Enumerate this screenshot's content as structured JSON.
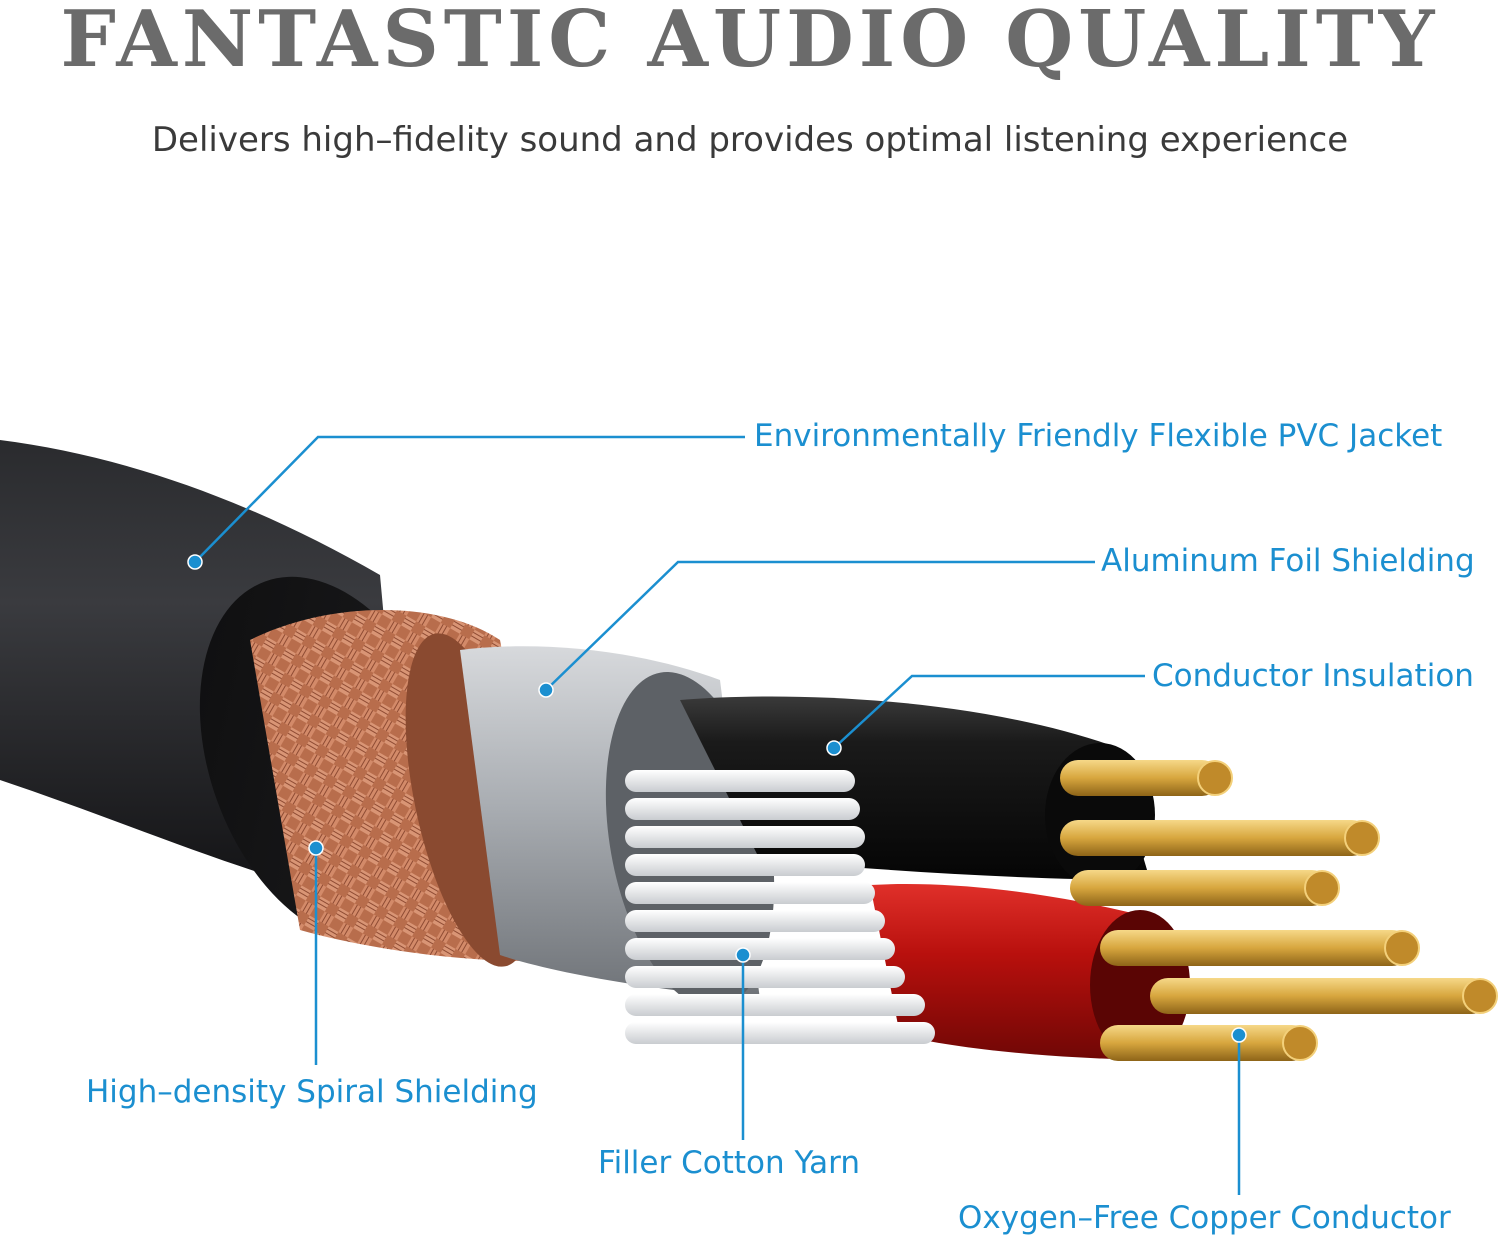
{
  "header": {
    "title": "FANTASTIC AUDIO QUALITY",
    "subtitle": "Delivers high–fidelity sound and provides optimal listening experience"
  },
  "callouts": {
    "jacket": "Environmentally Friendly Flexible PVC Jacket",
    "foil": "Aluminum Foil Shielding",
    "insulation": "Conductor Insulation",
    "spiral": "High–density Spiral Shielding",
    "filler": "Filler Cotton Yarn",
    "copper": "Oxygen–Free Copper Conductor"
  },
  "colors": {
    "accent": "#1b8fd0",
    "title": "#6b6b6b",
    "jacket": "#1e1f21",
    "copper_braid": "#c57a58",
    "foil": "#b9bcc0",
    "insulation_black": "#141414",
    "insulation_red": "#b8100d",
    "conductor_gold": "#d7a63e"
  },
  "icons": {
    "callout_marker": "dot-marker-icon"
  }
}
